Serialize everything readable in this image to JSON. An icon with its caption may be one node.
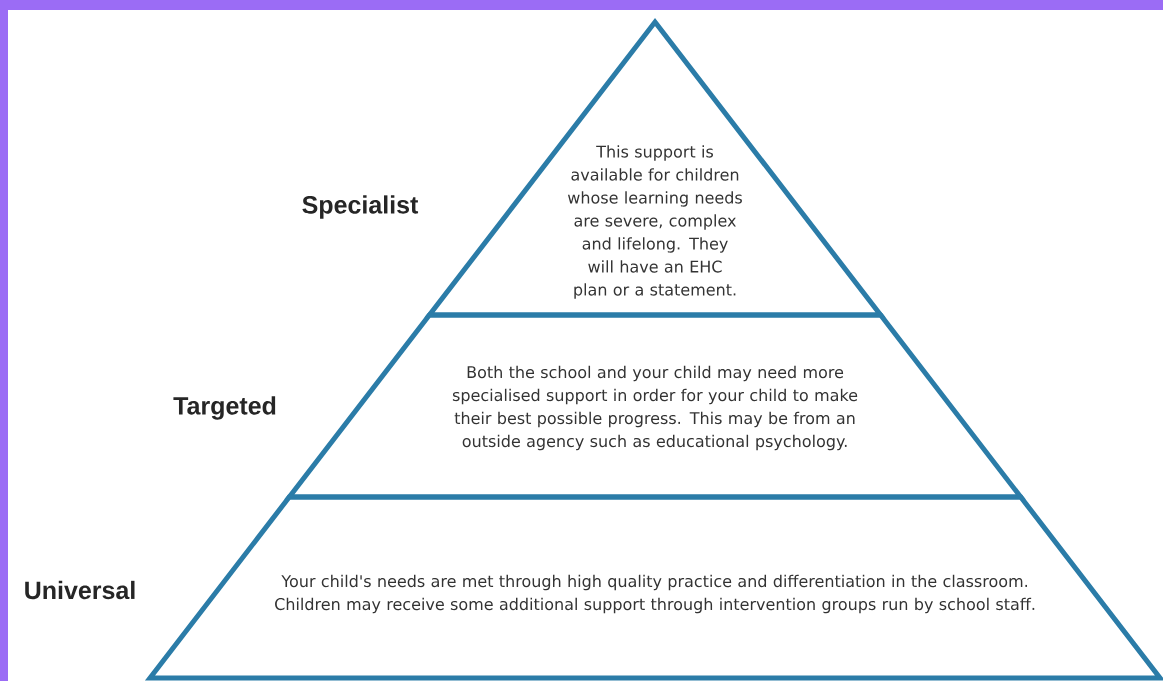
{
  "diagram": {
    "nodes": [
      {
        "text": [
          "Specialist",
          "This support is available for children whose learning needs are severe, complex and lifelong. They will have an EHC plan or a statement."
        ]
      },
      {
        "text": [
          "Targeted",
          "Both the school and your child may need more specialised support in order for your child to make their best possible progress. This may be from an outside agency such as educational psychology."
        ]
      },
      {
        "text": [
          "Universal",
          "Your child's needs are met through high quality practice and differentiation in the classroom. Children may receive some additional support through intervention groups run by school staff."
        ]
      }
    ]
  }
}
